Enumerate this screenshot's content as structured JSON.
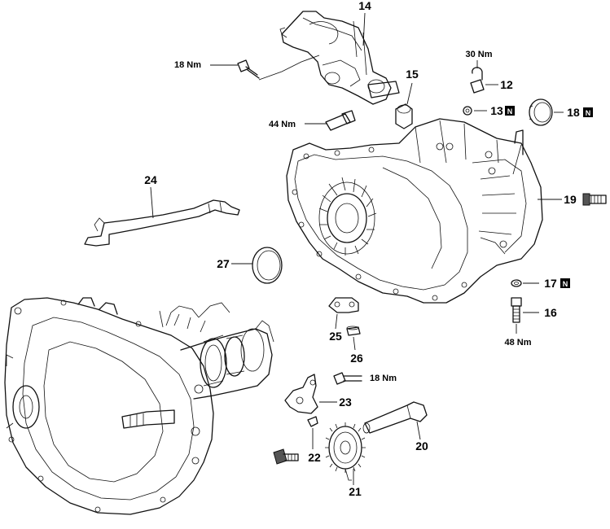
{
  "labels": {
    "p12": "12",
    "p13": "13",
    "p14": "14",
    "p15": "15",
    "p16": "16",
    "p17": "17",
    "p18": "18",
    "p19": "19",
    "p20": "20",
    "p21": "21",
    "p22": "22",
    "p23": "23",
    "p24": "24",
    "p25": "25",
    "p26": "26",
    "p27": "27"
  },
  "torque": {
    "t14": "18 Nm",
    "t44": "44 Nm",
    "t12": "30 Nm",
    "t16": "48 Nm",
    "t23": "18 Nm"
  },
  "badges": {
    "b13": "N",
    "b18": "N",
    "b17": "N"
  }
}
